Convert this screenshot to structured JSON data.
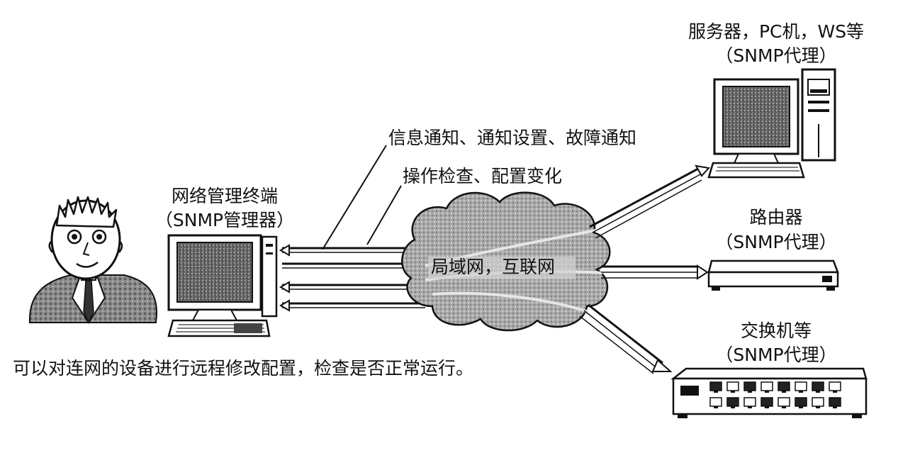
{
  "manager": {
    "title": "网络管理终端",
    "role": "（SNMP管理器）"
  },
  "messages": {
    "line1": "信息通知、通知设置、故障通知",
    "line2": "操作检查、配置变化"
  },
  "network": {
    "label": "局域网，互联网"
  },
  "agents": [
    {
      "title": "服务器，PC机，WS等",
      "role": "（SNMP代理）",
      "icon": "server-pc-icon"
    },
    {
      "title": "路由器",
      "role": "（SNMP代理）",
      "icon": "router-icon"
    },
    {
      "title": "交换机等",
      "role": "（SNMP代理）",
      "icon": "switch-icon"
    }
  ],
  "caption": "可以对连网的设备进行远程修改配置，检查是否正常运行。",
  "icons": {
    "person": "administrator-person-icon",
    "terminal": "management-terminal-icon",
    "cloud": "network-cloud-icon"
  }
}
